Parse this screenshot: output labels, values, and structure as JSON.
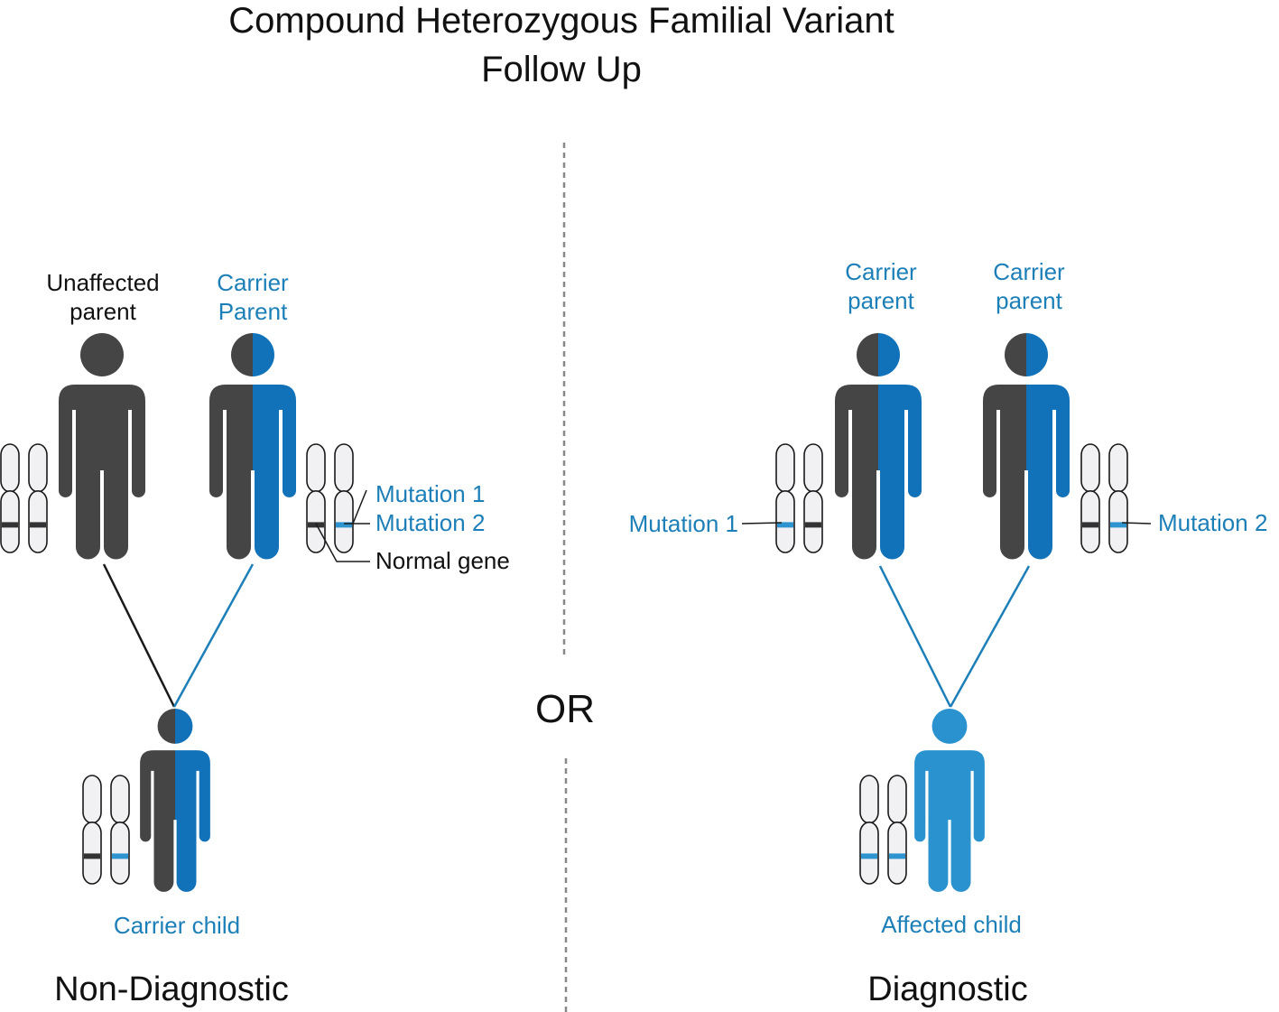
{
  "title": {
    "line1": "Compound Heterozygous Familial Variant",
    "line2": "Follow Up"
  },
  "colors": {
    "dark": "#454545",
    "carrier_blue": "#1272b9",
    "affected_blue": "#2a93cf",
    "label_blue": "#1d7fb8",
    "mutation_band": "#2e94cf",
    "normal_band": "#333333",
    "chromosome_fill": "#f1f1f3",
    "chromosome_stroke": "#1a1a1a",
    "divider": "#888888",
    "black_text": "#111111"
  },
  "divider_label": "OR",
  "panels": {
    "left": {
      "outcome": "Non-Diagnostic",
      "parent1": {
        "label_line1": "Unaffected",
        "label_line2": "parent",
        "status": "unaffected",
        "chromosome_bands": [
          "normal",
          "normal"
        ]
      },
      "parent2": {
        "label_line1": "Carrier",
        "label_line2": "Parent",
        "status": "carrier",
        "chromosome_bands": [
          "normal",
          "mutation"
        ]
      },
      "child": {
        "label": "Carrier child",
        "status": "carrier",
        "chromosome_bands": [
          "normal",
          "mutation"
        ]
      },
      "legend": {
        "mutation1": "Mutation 1",
        "mutation2": "Mutation 2",
        "normal_gene": "Normal gene"
      }
    },
    "right": {
      "outcome": "Diagnostic",
      "parent1": {
        "label_line1": "Carrier",
        "label_line2": "parent",
        "status": "carrier",
        "chromosome_bands": [
          "mutation",
          "normal"
        ],
        "callout": "Mutation 1"
      },
      "parent2": {
        "label_line1": "Carrier",
        "label_line2": "parent",
        "status": "carrier",
        "chromosome_bands": [
          "normal",
          "mutation"
        ],
        "callout": "Mutation 2"
      },
      "child": {
        "label": "Affected child",
        "status": "affected",
        "chromosome_bands": [
          "mutation",
          "mutation"
        ]
      }
    }
  }
}
